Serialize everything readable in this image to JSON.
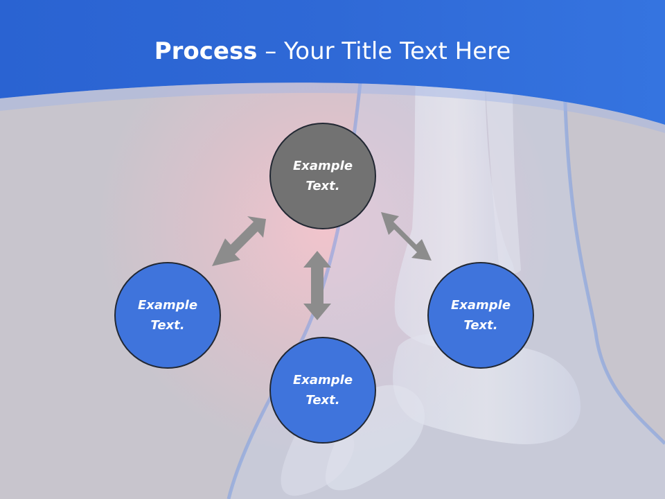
{
  "title": {
    "bold": "Process",
    "rest": " – Your Title Text Here"
  },
  "nodes": {
    "top": {
      "line1": "Example",
      "line2": "Text."
    },
    "left": {
      "line1": "Example",
      "line2": "Text."
    },
    "bottom": {
      "line1": "Example",
      "line2": "Text."
    },
    "right": {
      "line1": "Example",
      "line2": "Text."
    }
  },
  "colors": {
    "header": "#2f6bd8",
    "node_blue": "#3f74dc",
    "node_gray": "#727272",
    "arrow": "#8c8c8c",
    "background": "#c9c4cc"
  }
}
